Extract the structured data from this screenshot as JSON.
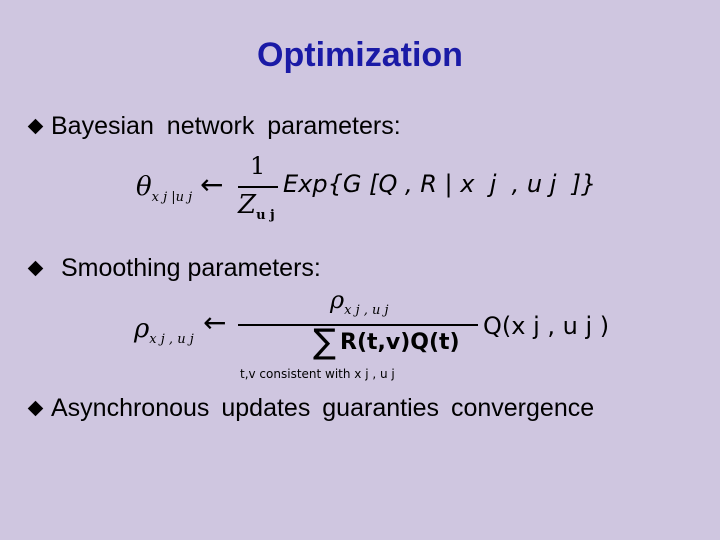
{
  "title": "Optimization",
  "bullets": {
    "b1": "Bayesian network parameters:",
    "b2": "Smoothing parameters:",
    "b3": "Asynchronous updates guaranties convergence"
  },
  "eq1": {
    "lhs_sym": "θ",
    "lhs_sub": "x j |u j",
    "arrow": "←",
    "num": "1",
    "den_sym": "Z",
    "den_sub": "u j",
    "rhs": "Exp{G [Q , R | x  j  , u j  ]}"
  },
  "eq2": {
    "lhs_sym": "ρ",
    "lhs_sub": "x j , u j",
    "arrow": "←",
    "num_sym": "ρ",
    "num_sub": "x j , u j",
    "sum": "∑",
    "den": "R(t,v)Q(t)",
    "cond": "t,v consistent with x j , u j",
    "rhs": "Q(x j , u j )"
  }
}
